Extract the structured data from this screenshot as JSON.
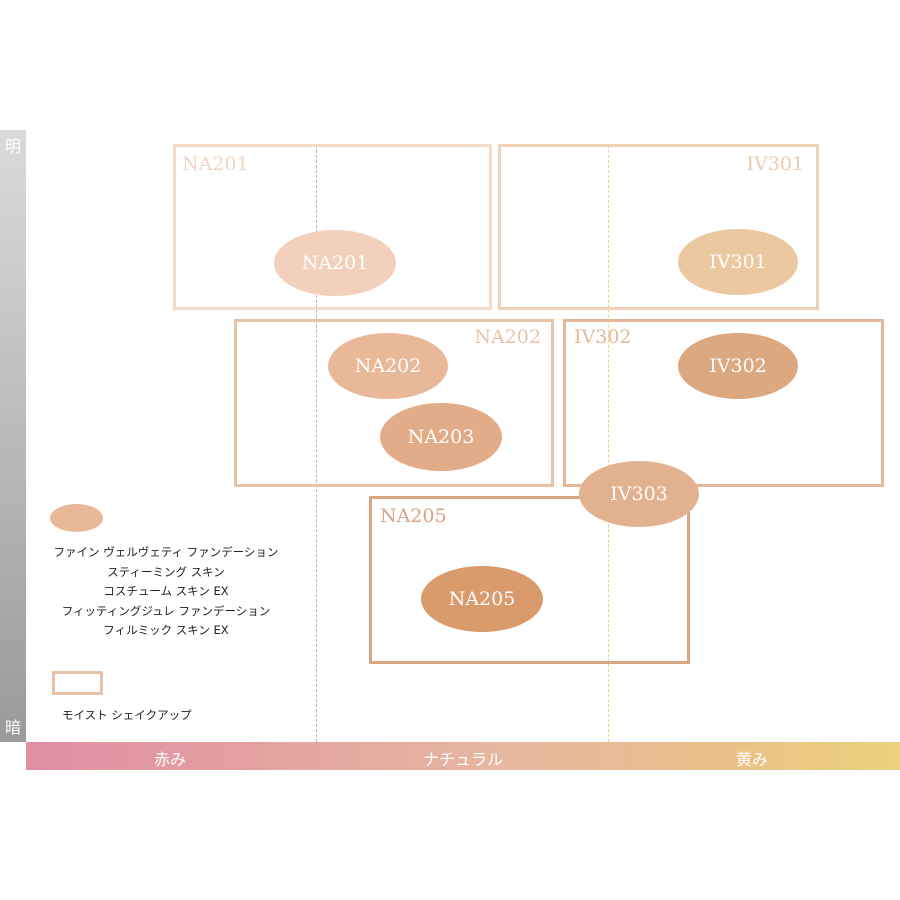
{
  "axis": {
    "top": "明",
    "bottom": "暗",
    "left": "赤み",
    "center": "ナチュラル",
    "right": "黄み"
  },
  "boxes": [
    {
      "label": "NA201",
      "color": "#f3dac9"
    },
    {
      "label": "IV301",
      "color": "#f0d2b4"
    },
    {
      "label": "NA202",
      "color": "#e9c3a5"
    },
    {
      "label": "IV302",
      "color": "#e4b896"
    },
    {
      "label": "NA205",
      "color": "#d9a880"
    }
  ],
  "ellipses": [
    {
      "label": "NA201",
      "color": "#f3d0bc"
    },
    {
      "label": "IV301",
      "color": "#ecc8a0"
    },
    {
      "label": "NA202",
      "color": "#e8b898"
    },
    {
      "label": "NA203",
      "color": "#e2ac88"
    },
    {
      "label": "IV302",
      "color": "#dca880"
    },
    {
      "label": "IV303",
      "color": "#e2b290"
    },
    {
      "label": "NA205",
      "color": "#d99a6c"
    }
  ],
  "legend": {
    "ellipse_products": [
      "ファイン ヴェルヴェティ ファンデーション",
      "スティーミング スキン",
      "コスチューム スキン EX",
      "フィッティングジュレ ファンデーション",
      "フィルミック スキン EX"
    ],
    "box_products": [
      "モイスト シェイクアップ"
    ]
  }
}
